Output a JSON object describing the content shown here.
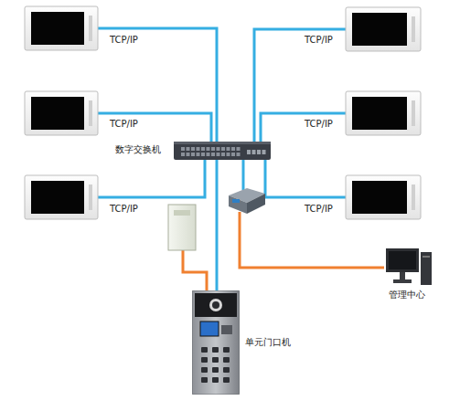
{
  "diagram": {
    "nodes": [
      {
        "text": [
          "数字交换机"
        ]
      },
      {
        "text": [
          "单元门口机"
        ]
      },
      {
        "text": [
          "管理中心"
        ]
      }
    ],
    "edges": [
      {
        "from": 0,
        "to": 1,
        "arrow": "none"
      }
    ],
    "labels": [
      "TCP/IP",
      "TCP/IP",
      "TCP/IP",
      "TCP/IP",
      "TCP/IP",
      "TCP/IP"
    ]
  }
}
